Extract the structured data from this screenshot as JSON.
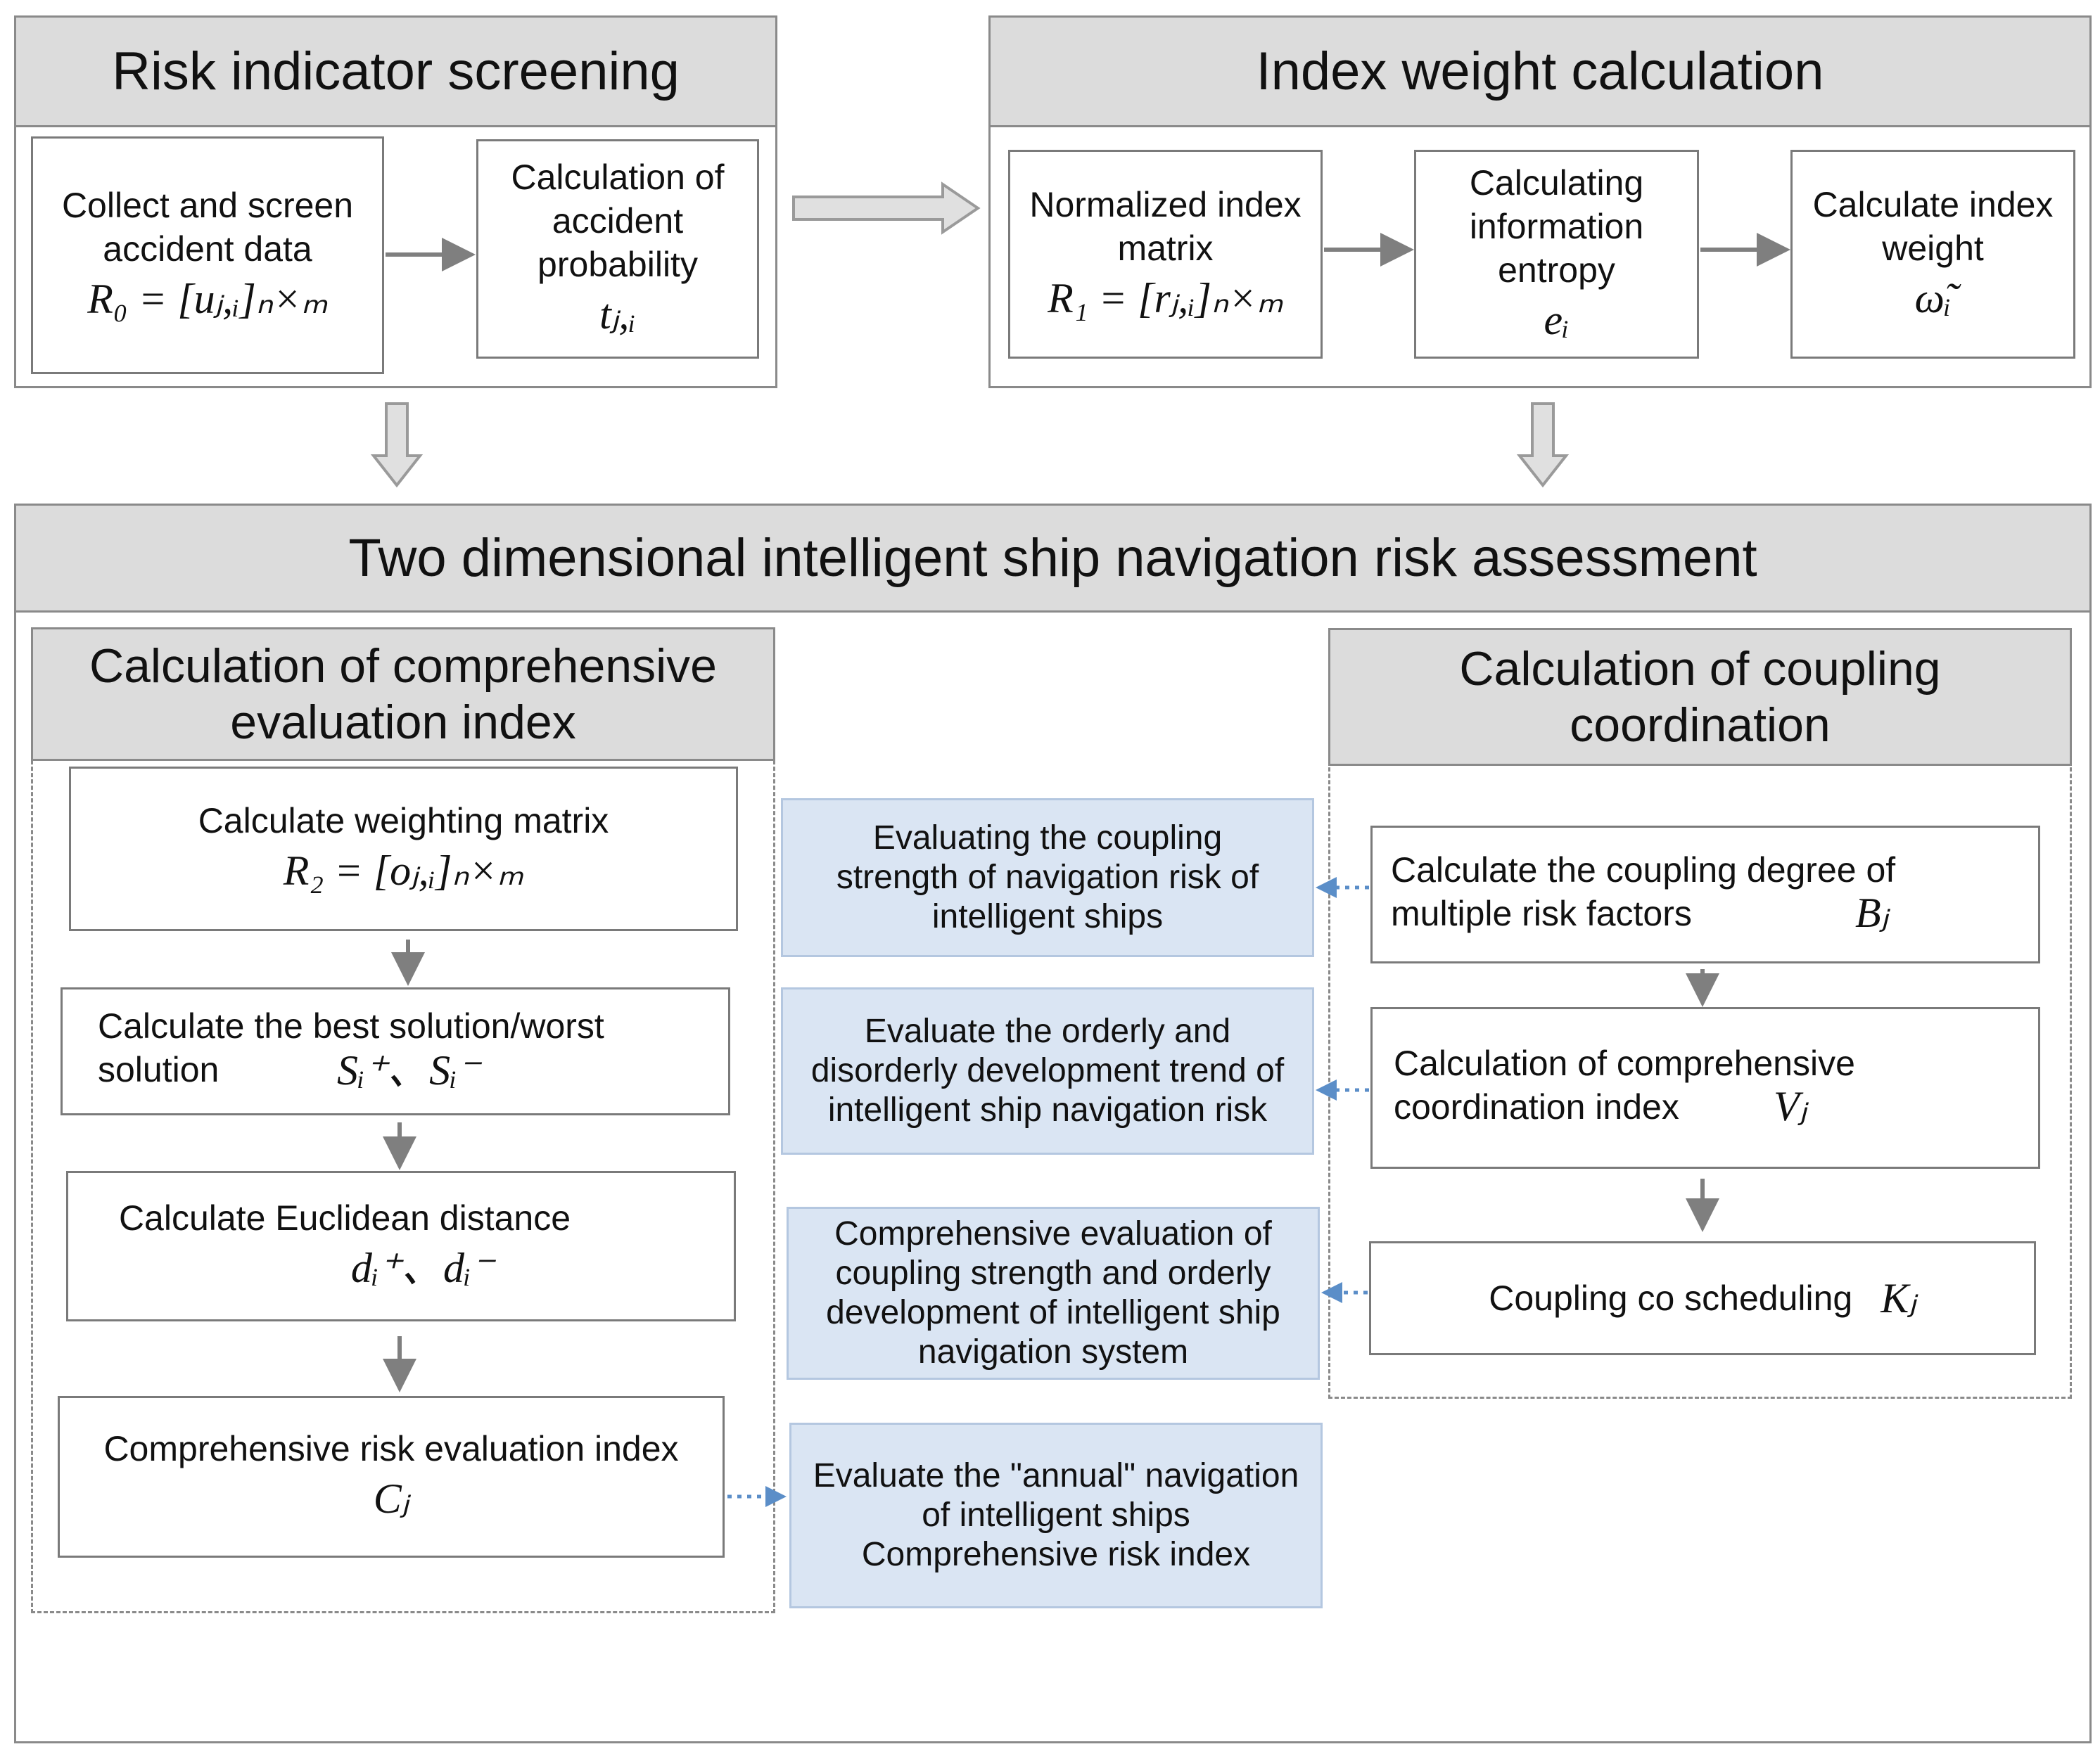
{
  "top_left": {
    "title": "Risk indicator screening",
    "box1": {
      "text": "Collect and screen accident data",
      "formula": "R₀ = [uⱼ,ᵢ]ₙ×ₘ"
    },
    "box2": {
      "text": "Calculation of accident probability",
      "formula": "tⱼ,ᵢ"
    }
  },
  "top_right": {
    "title": "Index weight calculation",
    "box1": {
      "text": "Normalized index matrix",
      "formula": "R₁ = [rⱼ,ᵢ]ₙ×ₘ"
    },
    "box2": {
      "text": "Calculating information entropy",
      "formula": "eᵢ"
    },
    "box3": {
      "text": "Calculate index weight",
      "formula": "ω̃ᵢ"
    }
  },
  "main": {
    "title": "Two dimensional intelligent ship navigation risk assessment",
    "left": {
      "title": "Calculation of comprehensive evaluation index",
      "steps": [
        {
          "text": "Calculate weighting matrix",
          "formula": "R₂ = [oⱼ,ᵢ]ₙ×ₘ"
        },
        {
          "text": "Calculate the best solution/worst solution",
          "formula": "Sᵢ⁺、Sᵢ⁻"
        },
        {
          "text": "Calculate Euclidean distance",
          "formula": "dᵢ⁺、dᵢ⁻"
        },
        {
          "text": "Comprehensive risk evaluation index",
          "formula": "Cⱼ"
        }
      ]
    },
    "right": {
      "title": "Calculation of coupling coordination",
      "steps": [
        {
          "text": "Calculate the coupling degree of multiple risk factors",
          "formula": "Bⱼ"
        },
        {
          "text": "Calculation of comprehensive coordination index",
          "formula": "Vⱼ"
        },
        {
          "text": "Coupling co scheduling",
          "formula": "Kⱼ"
        }
      ]
    },
    "outcomes": [
      "Evaluating the coupling strength of navigation risk of intelligent ships",
      "Evaluate the orderly and disorderly development trend of intelligent ship navigation risk",
      "Comprehensive evaluation of coupling strength and orderly development of intelligent ship navigation system",
      "Evaluate the \"annual\" navigation of intelligent ships Comprehensive risk index"
    ]
  },
  "colors": {
    "header_fill": "#dcdcdc",
    "outcome_fill": "#dae5f3",
    "arrow_solid": "#7f7f7f",
    "arrow_dotted": "#5b8ec8"
  }
}
